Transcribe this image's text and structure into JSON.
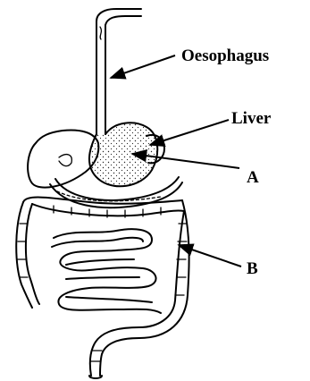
{
  "labels": {
    "oesophagus": "Oesophagus",
    "liver": "Liver",
    "a": "A",
    "b": "B"
  }
}
